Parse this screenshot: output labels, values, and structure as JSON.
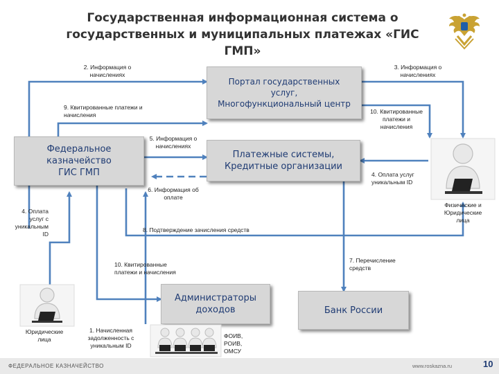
{
  "title": {
    "line1": "Государственная информационная система о",
    "line2": "государственных и муниципальных платежах «ГИС ГМП»"
  },
  "nodes": {
    "treasury": {
      "line1": "Федеральное",
      "line2": "казначейство",
      "line3": "ГИС ГМП"
    },
    "portal": {
      "line1": "Портал государственных",
      "line2": "услуг,",
      "line3": "Многофункциональный центр"
    },
    "payment_systems": {
      "line1": "Платежные системы,",
      "line2": "Кредитные организации"
    },
    "admins": {
      "line1": "Администраторы",
      "line2": "доходов"
    },
    "bank": {
      "label": "Банк России"
    }
  },
  "labels": {
    "l2": {
      "line1": "2. Информация о",
      "line2": "начислениях"
    },
    "l3": {
      "line1": "3. Информация о",
      "line2": "начислениях"
    },
    "l9": {
      "line1": "9. Квитированные платежи и",
      "line2": "начисления"
    },
    "l10a": {
      "line1": "10. Квитированные",
      "line2": "платежи и",
      "line3": "начисления"
    },
    "l5": {
      "line1": "5. Информация о",
      "line2": "начислениях"
    },
    "l6": {
      "line1": "6. Информация об",
      "line2": "оплате"
    },
    "l4a": {
      "line1": "4. Оплата услуг",
      "line2": "уникальным ID"
    },
    "l4b": {
      "line1": "4. Оплата",
      "line2": "услуг с",
      "line3": "уникальным",
      "line4": "ID"
    },
    "l8": {
      "text": "8. Подтверждение зачисления средств"
    },
    "l7": {
      "line1": "7. Перечисление",
      "line2": "средств"
    },
    "l10b": {
      "line1": "10. Квитированные",
      "line2": "платежи и начисления"
    },
    "l1": {
      "line1": "1. Начисленная",
      "line2": "задолженность с",
      "line3": "уникальным ID"
    },
    "phys": {
      "line1": "Физические и",
      "line2": "Юридические",
      "line3": "лица"
    },
    "jur": {
      "line1": "Юридические",
      "line2": "лица"
    },
    "foiv": {
      "line1": "ФОИВ,",
      "line2": "РОИВ,",
      "line3": "ОМСУ"
    }
  },
  "footer": {
    "org": "ФЕДЕРАЛЬНОЕ КАЗНАЧЕЙСТВО",
    "site": "www.roskazna.ru",
    "page": "10"
  },
  "colors": {
    "arrow": "#4f81bd",
    "box": "#d7d7d7",
    "box_text": "#1f3b73",
    "emblem_gold": "#c9a233"
  },
  "icons": [
    "person-at-laptop-icon",
    "group-at-laptops-icon",
    "double-headed-eagle-emblem-icon"
  ]
}
